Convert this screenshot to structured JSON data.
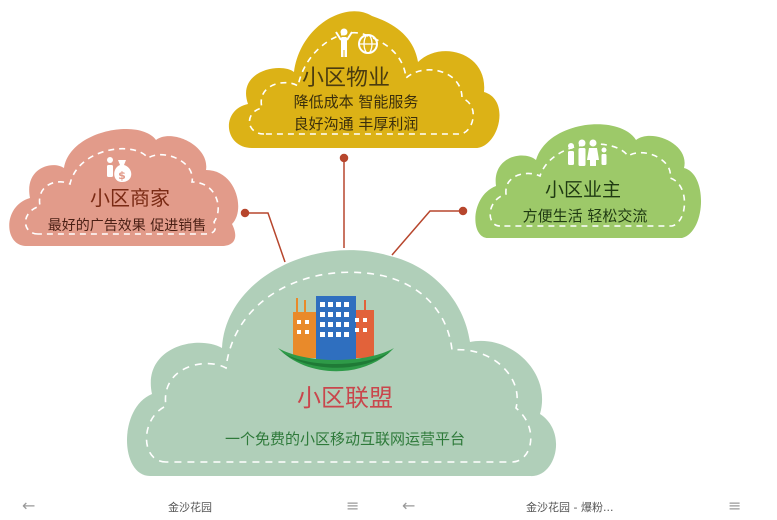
{
  "colors": {
    "property": "#dcb216",
    "merchant": "#e29b8a",
    "owner": "#9dc969",
    "main": "#b0cfb9",
    "connector": "#b7462d"
  },
  "property": {
    "title": "小区物业",
    "line1": "降低成本  智能服务",
    "line2": "良好沟通  丰厚利润",
    "icon": "people-globe-icon"
  },
  "merchant": {
    "title": "小区商家",
    "line1": "最好的广告效果  促进销售",
    "icon": "money-bag-icon"
  },
  "owner": {
    "title": "小区业主",
    "line1": "方便生活  轻松交流",
    "icon": "family-icon"
  },
  "main": {
    "title": "小区联盟",
    "subtitle": "一个免费的小区移动互联网运营平台",
    "icon": "buildings-logo-icon"
  },
  "bottom_bars": [
    {
      "title": "金沙花园"
    },
    {
      "title": "金沙花园 - 爆粉..."
    }
  ]
}
